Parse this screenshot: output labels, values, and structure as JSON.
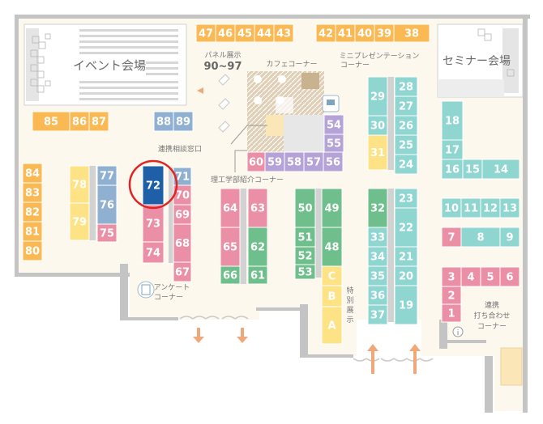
{
  "colors": {
    "floor": "#fdf8ee",
    "wall": "#bdbdbd",
    "orange": "#fbb954",
    "yellow": "#fde386",
    "blue": "#8fb0d0",
    "blue_selected": "#1f5fa8",
    "pink": "#eb8fa6",
    "lavender": "#b5a2d6",
    "green": "#6fbf8c",
    "teal": "#8fd6d1",
    "selection_ring": "#e02424",
    "arrow": "#f0a878"
  },
  "labels": {
    "event_hall": "イベント会場",
    "seminar_hall": "セミナー会場",
    "panel_title": "パネル展示",
    "panel_range": "90~97",
    "cafe": "カフェコーナー",
    "mini_pres_1": "ミニプレゼンテーション",
    "mini_pres_2": "コーナー",
    "consult": "連携相談窓口",
    "rikou": "理工学部紹介コーナー",
    "survey_1": "アンケート",
    "survey_2": "コーナー",
    "special_1": "特",
    "special_2": "別",
    "special_3": "展",
    "special_4": "示",
    "meet_1": "連携",
    "meet_2": "打ち合わせ",
    "meet_3": "コーナー"
  },
  "booths": {
    "orange_top": [
      "47",
      "46",
      "45",
      "44",
      "43"
    ],
    "orange_top_right": [
      "42",
      "41",
      "40",
      "39",
      "38"
    ],
    "orange_row": [
      "85",
      "86",
      "87"
    ],
    "orange_left": [
      "84",
      "83",
      "82",
      "81",
      "80"
    ],
    "blue_88_89": [
      "88",
      "89"
    ],
    "yellow_78_79": [
      "78",
      "79"
    ],
    "blue_77_76": [
      "77",
      "76"
    ],
    "pink_75": "75",
    "selected": "72",
    "blue_71": "71",
    "pink_col": [
      "70",
      "69",
      "68",
      "67"
    ],
    "pink_73_74": [
      "73",
      "74"
    ],
    "pink_64_65": [
      "64",
      "65"
    ],
    "pink_63": "63",
    "green_62_61": [
      "62",
      "61"
    ],
    "green_66": "66",
    "pink_60": "60",
    "lavender_row": [
      "59",
      "58",
      "57",
      "56"
    ],
    "lavender_col": [
      "54",
      "55"
    ],
    "green_50_col": [
      "50",
      "51",
      "52",
      "53"
    ],
    "green_49_48": [
      "49",
      "48"
    ],
    "yellow_cba": [
      "C",
      "B",
      "A"
    ],
    "green_32": "32",
    "teal_33_37": [
      "33",
      "34",
      "35",
      "36",
      "37"
    ],
    "teal_29_30": [
      "29",
      "30"
    ],
    "yellow_31": "31",
    "teal_28_24": [
      "28",
      "27",
      "26",
      "25",
      "24"
    ],
    "teal_23_19": [
      "23",
      "22",
      "21",
      "20",
      "19"
    ],
    "teal_right": [
      "18",
      "17",
      "16",
      "15",
      "14"
    ],
    "teal_row_10": [
      "10",
      "11",
      "12",
      "13"
    ],
    "pink_7": "7",
    "teal_8_9": [
      "8",
      "9"
    ],
    "pink_right": [
      "3",
      "4",
      "5",
      "6",
      "2",
      "1"
    ]
  }
}
